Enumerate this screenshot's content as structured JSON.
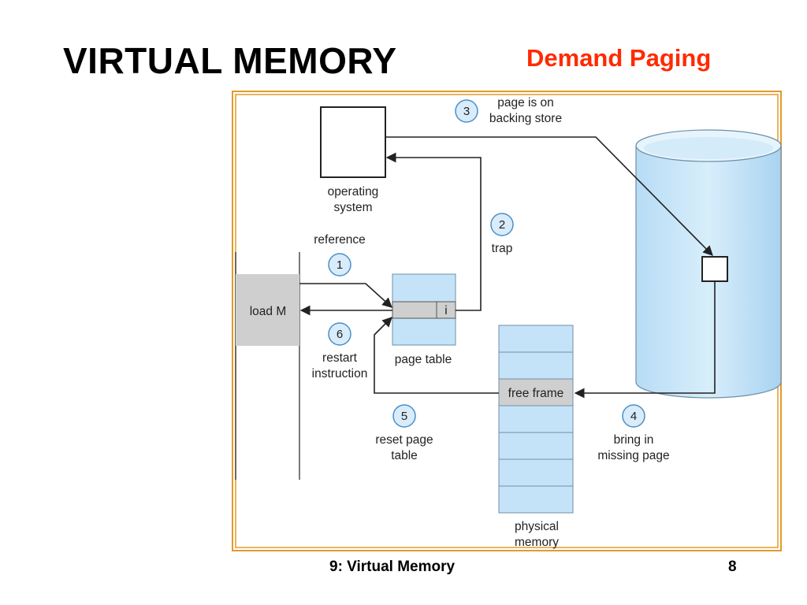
{
  "slide": {
    "title": "VIRTUAL MEMORY",
    "subtitle": "Demand Paging",
    "footer_left": "9: Virtual Memory",
    "page_number": "8"
  },
  "diagram": {
    "os_label_1": "operating",
    "os_label_2": "system",
    "program_instruction": "load M",
    "reference_label": "reference",
    "page_table_label": "page table",
    "invalid_bit": "i",
    "free_frame_label": "free frame",
    "physical_memory_1": "physical",
    "physical_memory_2": "memory",
    "steps": [
      {
        "number": "1",
        "lines": []
      },
      {
        "number": "2",
        "lines": [
          "trap"
        ]
      },
      {
        "number": "3",
        "lines": [
          "page is on",
          "backing store"
        ]
      },
      {
        "number": "4",
        "lines": [
          "bring in",
          "missing page"
        ]
      },
      {
        "number": "5",
        "lines": [
          "reset page",
          "table"
        ]
      },
      {
        "number": "6",
        "lines": [
          "restart",
          "instruction"
        ]
      }
    ],
    "colors": {
      "frame_border": "#e29a2a",
      "light_blue": "#c5e3f8",
      "gray": "#cfcfcf",
      "circle_fill": "#d8ecfb",
      "circle_stroke": "#4a8fc8"
    }
  }
}
